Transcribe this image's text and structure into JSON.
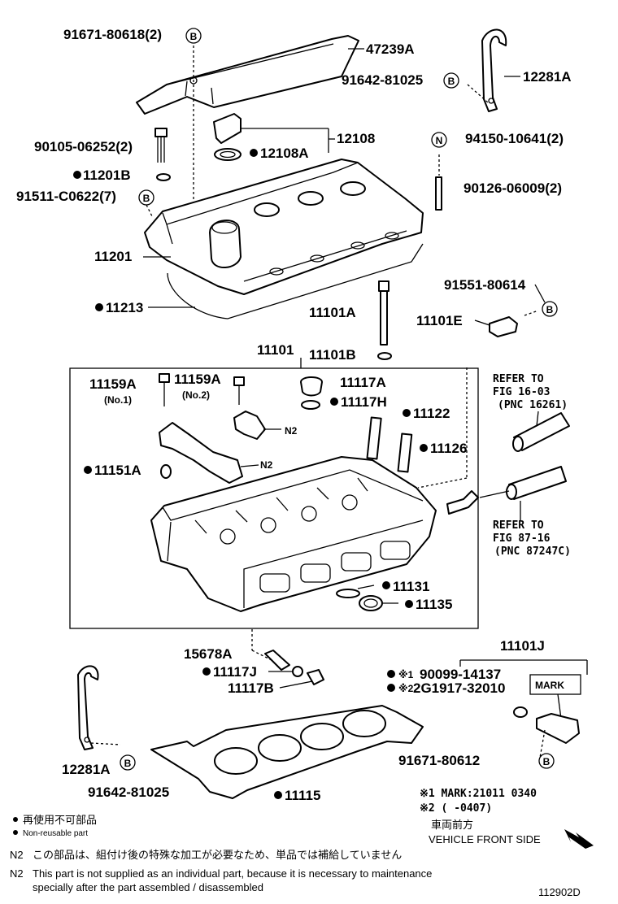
{
  "labels": {
    "p91671_80618": "91671-80618(2)",
    "p47239A": "47239A",
    "p12281A_top": "12281A",
    "p91642_81025_top": "91642-81025",
    "p12108": "12108",
    "p12108A": "12108A",
    "p90105_06252": "90105-06252(2)",
    "p94150_10641": "94150-10641(2)",
    "p11201B": "11201B",
    "p91511_C0622": "91511-C0622(7)",
    "p90126_06009": "90126-06009(2)",
    "p11201": "11201",
    "p91551_80614": "91551-80614",
    "p11213": "11213",
    "p11101A": "11101A",
    "p11101E": "11101E",
    "p11101": "11101",
    "p11101B": "11101B",
    "p11159A_1": "11159A",
    "p11159A_1_sub": "(No.1)",
    "p11159A_2": "11159A",
    "p11159A_2_sub": "(No.2)",
    "p11117A": "11117A",
    "p11117H": "11117H",
    "p11122": "11122",
    "p11126": "11126",
    "p11151A": "11151A",
    "n2_a": "N2",
    "n2_b": "N2",
    "p11131": "11131",
    "p11135": "11135",
    "p15678A": "15678A",
    "p11117J": "11117J",
    "p11117B": "11117B",
    "p11101J": "11101J",
    "p90099_14137": "90099-14137",
    "p90099_prefix": "※1",
    "p2G1917_32010": "2G1917-32010",
    "p2G1917_prefix": "※2",
    "mark_box": "MARK",
    "p91671_80612": "91671-80612",
    "p12281A_bot": "12281A",
    "p91642_81025_bot": "91642-81025",
    "p11115": "11115",
    "circle_b": "B",
    "circle_n": "N"
  },
  "refer": {
    "r1_line1": "REFER TO",
    "r1_line2": "FIG 16-03",
    "r1_line3": "(PNC 16261)",
    "r2_line1": "REFER TO",
    "r2_line2": "FIG 87-16",
    "r2_line3": "(PNC 87247C)"
  },
  "mark_notes": {
    "line1": "※1 MARK:21011 0340",
    "line2": "※2 (    -0407)"
  },
  "legend": {
    "nonreusable_jp": "再使用不可部品",
    "nonreusable_en": "Non-reusable part",
    "front_jp": "車両前方",
    "front_en": "VEHICLE FRONT SIDE"
  },
  "footnotes": {
    "n2_tag": "N2",
    "jp": "この部品は、組付け後の特殊な加工が必要なため、単品では補給していません",
    "en_line1": "This part is not supplied as an individual part, because it is necessary to maintenance",
    "en_line2": "specially after the part assembled / disassembled"
  },
  "figure_id": "112902D"
}
